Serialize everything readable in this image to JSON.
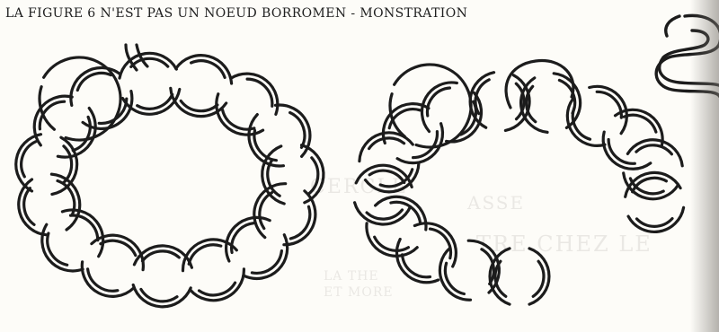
{
  "title": "LA FIGURE 6 N'EST PAS UN NOEUD BORROMEN - MONSTRATION",
  "background_bleed": [
    "CERCLE",
    "ASSE",
    "TRE CHEZ LE",
    "LA THE",
    "ET MORE"
  ],
  "colors": {
    "paper": "#fdfcf8",
    "ink": "#1c1c1c"
  },
  "figures": {
    "left": {
      "rings": 15,
      "large_ring": true,
      "shape": "closed-chain"
    },
    "right": {
      "rings": 14,
      "large_ring": true,
      "shape": "open-chain"
    },
    "corner": {
      "shape": "double-s-loop"
    }
  }
}
